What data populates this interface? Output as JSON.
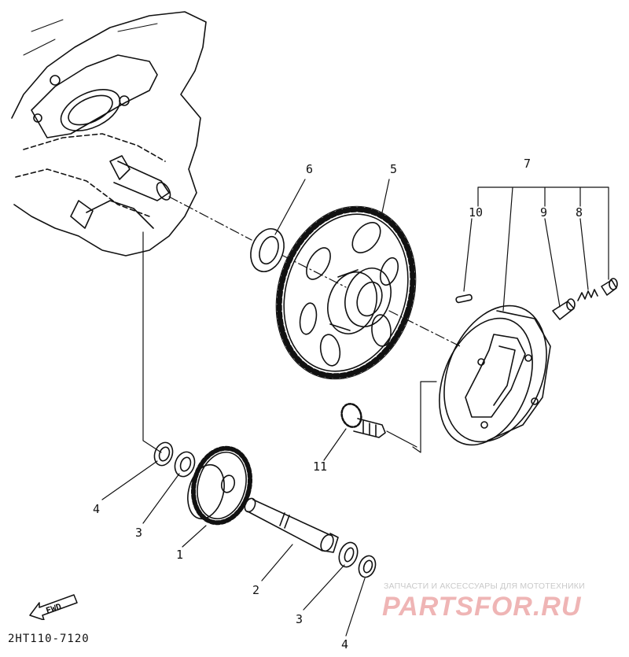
{
  "labels": {
    "p1": "1",
    "p2": "2",
    "p3a": "3",
    "p3b": "3",
    "p4a": "4",
    "p4b": "4",
    "p5": "5",
    "p6": "6",
    "p7": "7",
    "p8": "8",
    "p9": "9",
    "p10": "10",
    "p11": "11"
  },
  "diagram_code": "2HT110-7120",
  "fwd_label": "FWD",
  "watermark": {
    "caption": "ЗАПЧАСТИ И АКСЕССУАРЫ ДЛЯ МОТОТЕХНИКИ",
    "brand": "PARTSFOR.RU"
  },
  "colors": {
    "ink": "#111111",
    "watermark": "#e27878"
  }
}
